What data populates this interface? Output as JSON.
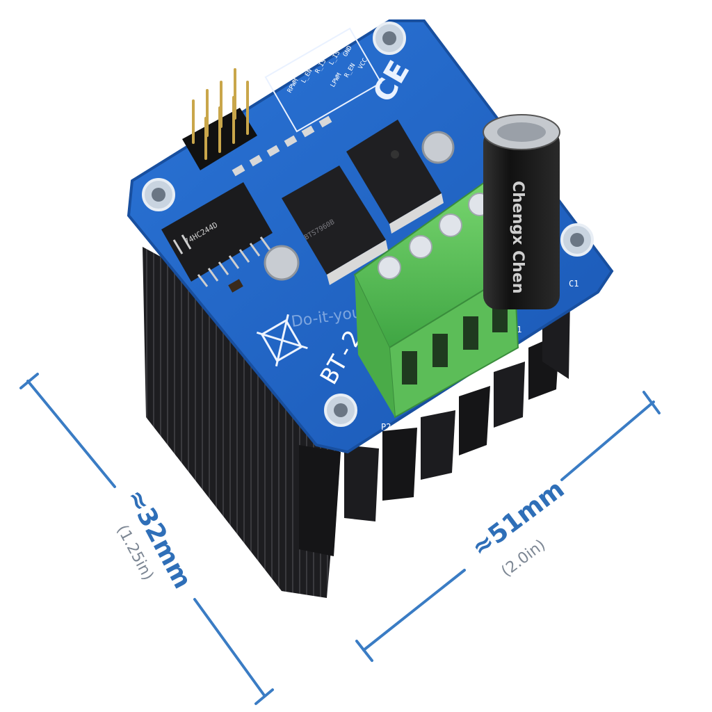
{
  "colors": {
    "background": "#ffffff",
    "pcb_blue": "#1f63c4",
    "pcb_edge": "#184f9f",
    "heatsink": "#1b1b1d",
    "terminal_green": "#5cc45a",
    "capacitor": "#1a1a1a",
    "dimension_line": "#3a7cc4",
    "dimension_text": "#2f6fb8"
  },
  "dimensions": {
    "height_main": "≈32mm",
    "height_sub": "(1.25in)",
    "width_main": "≈51mm",
    "width_sub": "(2.0in)"
  },
  "board": {
    "name": "BT-2",
    "watermark": "Do-it-yourself",
    "capacitor_brand": "Chengx Chen",
    "connector_label": "P2",
    "terminal_label": "P1",
    "cap_label": "C1",
    "ic_label": "74HC244D",
    "driver_label": "BTS7960B",
    "ce_mark": "CE",
    "header_labels": [
      "GND",
      "L_IS",
      "R_IS",
      "VCC",
      "L_EN",
      "R_EN",
      "RPWM",
      "LPWM"
    ],
    "icons": [
      "recycle-bin-crossed-icon",
      "ce-mark-icon"
    ]
  }
}
